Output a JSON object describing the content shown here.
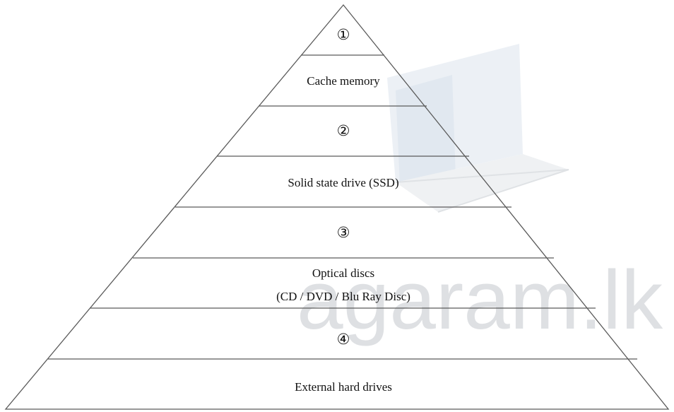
{
  "pyramid": {
    "levels": [
      {
        "label": "①",
        "kind": "marker"
      },
      {
        "label": "Cache memory",
        "kind": "text"
      },
      {
        "label": "②",
        "kind": "marker"
      },
      {
        "label": "Solid state drive (SSD)",
        "kind": "text"
      },
      {
        "label": "③",
        "kind": "marker"
      },
      {
        "label": "Optical discs",
        "label2": "(CD / DVD / Blu Ray Disc)",
        "kind": "text"
      },
      {
        "label": "④",
        "kind": "marker"
      },
      {
        "label": "External hard drives",
        "kind": "text"
      }
    ]
  },
  "watermark": {
    "text": "agaram.lk",
    "icon": "laptop-icon"
  },
  "colors": {
    "line": "#5a5a5a",
    "watermark": "#b7bcc2",
    "watermark_screen": "#cdd9e6"
  }
}
